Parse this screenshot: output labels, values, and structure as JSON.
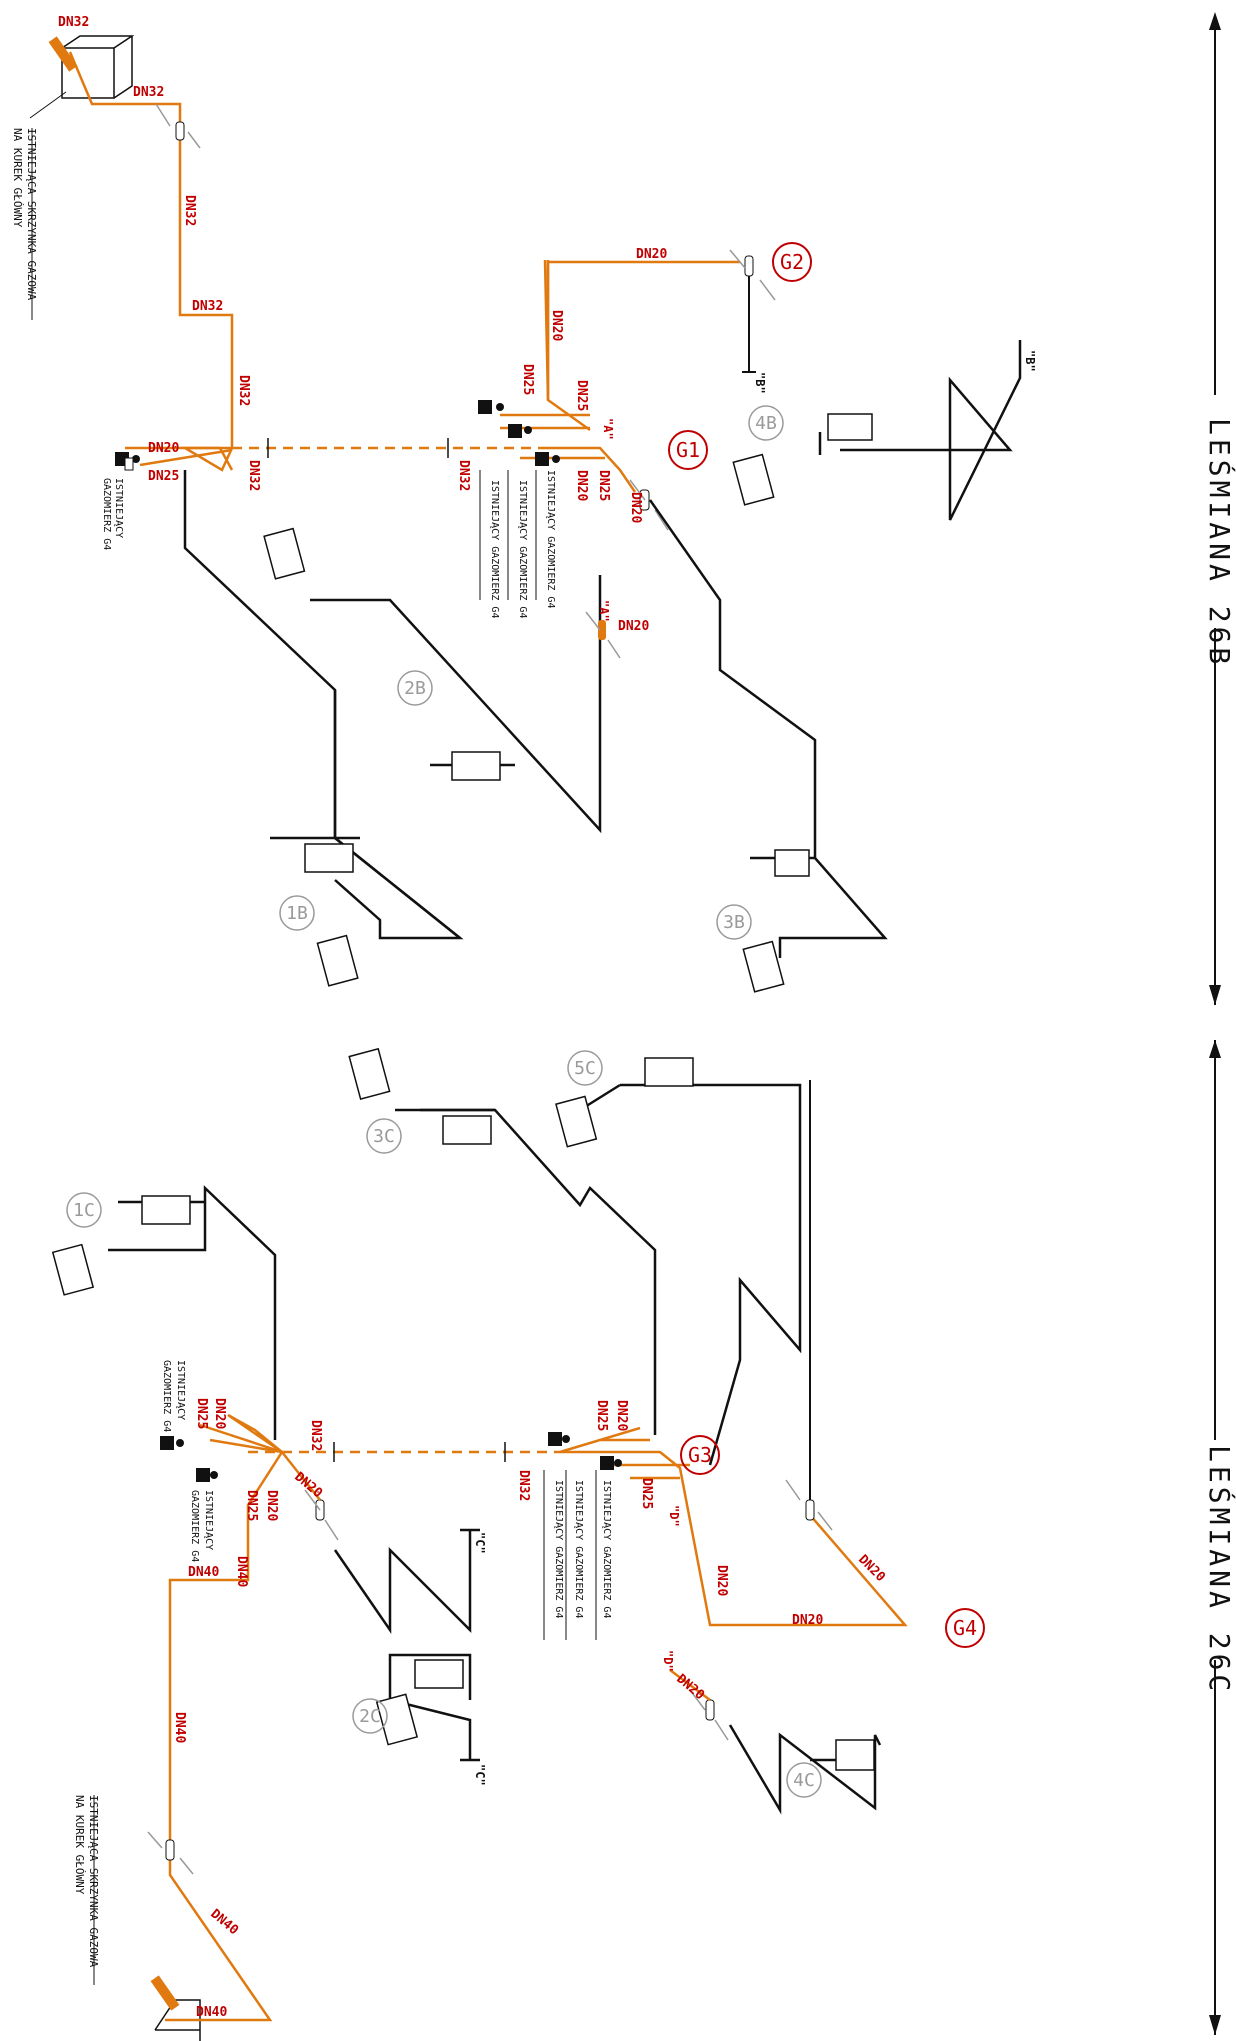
{
  "colors": {
    "pipe_new": "#E07A10",
    "pipe_existing": "#111111",
    "dn_label": "#C00000",
    "grey_label": "#9A9A9A",
    "building": "#111111"
  },
  "buildings": {
    "b26b": "LEŚMIANA 26B",
    "b26c": "LEŚMIANA 26C"
  },
  "gas_box_note": {
    "line1": "ISTNIEJĄCA SKRZYNKA GAZOWA",
    "line2": "NA KUREK GŁÓWNY"
  },
  "meter_note": {
    "full": "ISTNIEJĄCY GAZOMIERZ G4",
    "line1": "ISTNIEJĄCY",
    "line2": "GAZOMIERZ G4"
  },
  "risers": {
    "g1": "G1",
    "g2": "G2",
    "g3": "G3",
    "g4": "G4"
  },
  "units": {
    "u1b": "1B",
    "u2b": "2B",
    "u3b": "3B",
    "u4b": "4B",
    "u1c": "1C",
    "u2c": "2C",
    "u3c": "3C",
    "u4c": "4C",
    "u5c": "5C"
  },
  "connectors": {
    "a": "\"A\"",
    "b": "\"B\"",
    "c": "\"C\"",
    "d": "\"D\""
  },
  "dn": {
    "dn20": "DN20",
    "dn25": "DN25",
    "dn32": "DN32",
    "dn40": "DN40"
  }
}
